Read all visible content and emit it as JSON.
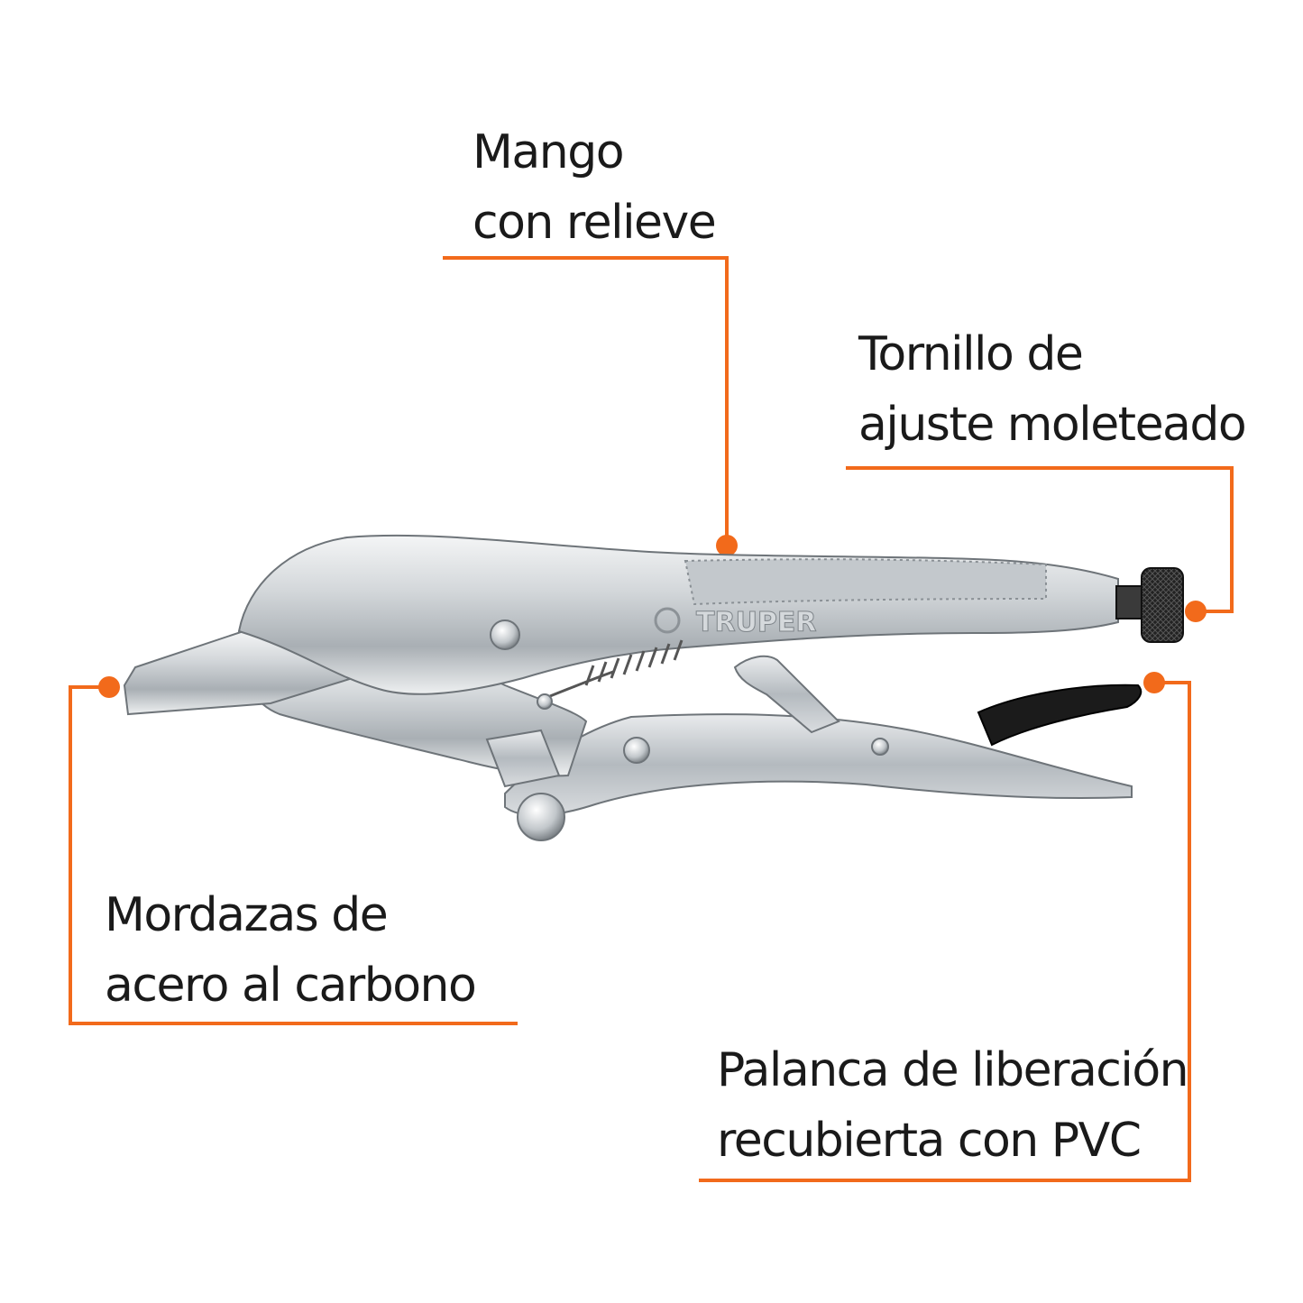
{
  "callouts": {
    "mango": {
      "line1": "Mango",
      "line2": "con relieve"
    },
    "tornillo": {
      "line1": "Tornillo de",
      "line2": "ajuste moleteado"
    },
    "mordazas": {
      "line1": "Mordazas de",
      "line2": "acero al carbono"
    },
    "palanca": {
      "line1": "Palanca de liberación",
      "line2": "recubierta con PVC"
    }
  },
  "brand": {
    "logo_text": "TRUPER"
  },
  "colors": {
    "accent": "#f26a1b",
    "steel": "#c9cdd1",
    "steel_dark": "#7d8389",
    "grip": "#1b1b1b"
  }
}
